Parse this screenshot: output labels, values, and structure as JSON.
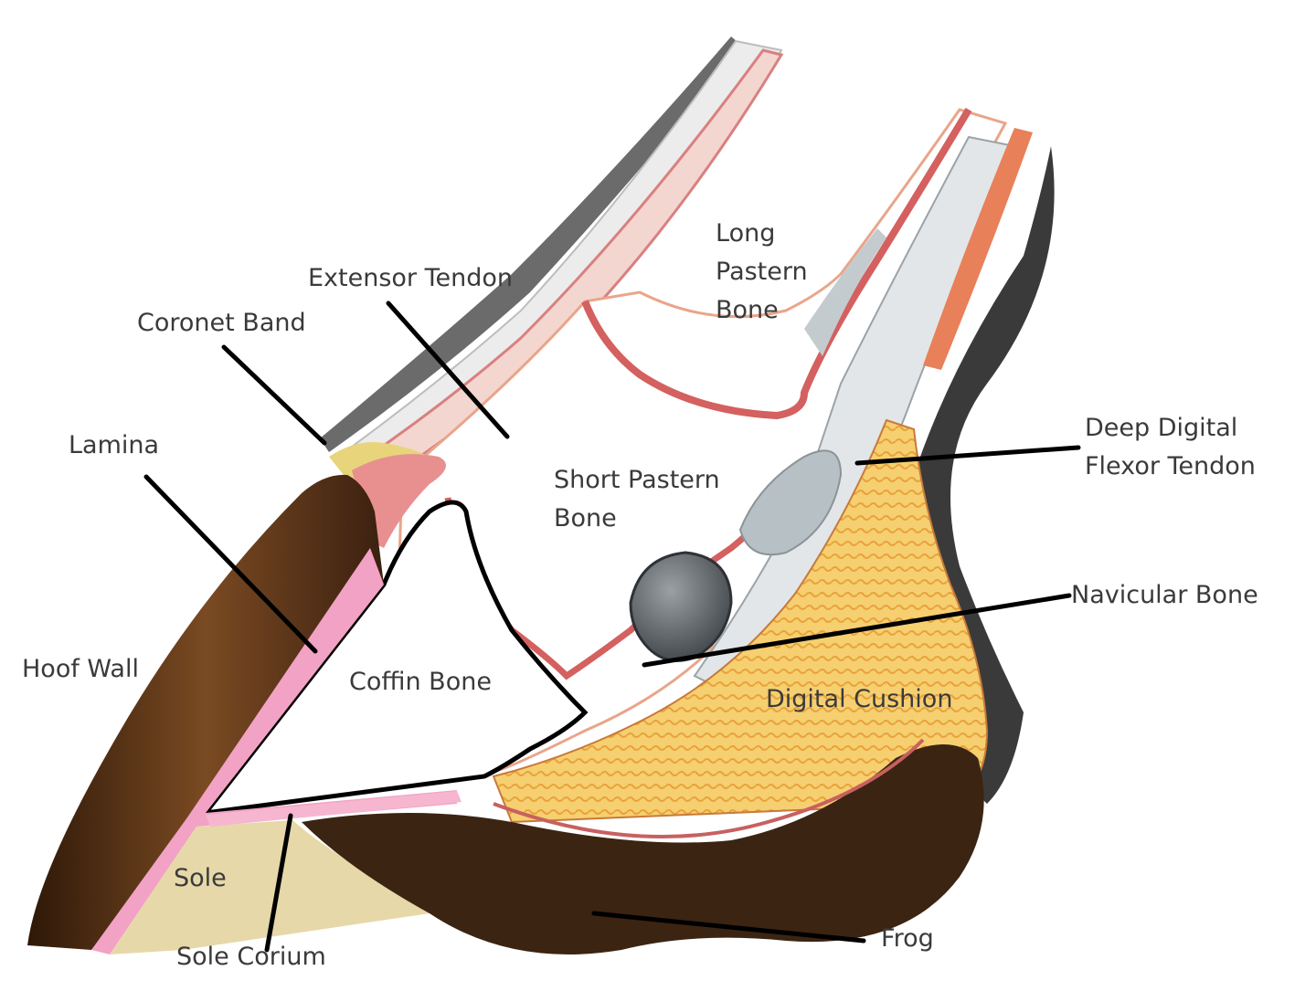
{
  "labels": {
    "extensor_tendon": "Extensor Tendon",
    "coronet_band": "Coronet Band",
    "lamina": "Lamina",
    "hoof_wall": "Hoof Wall",
    "coffin_bone": "Coffin Bone",
    "short_pastern_bone": [
      "Short Pastern",
      "Bone"
    ],
    "long_pastern_bone": [
      "Long",
      "Pastern",
      "Bone"
    ],
    "deep_digital_flexor_tendon": [
      "Deep Digital",
      "Flexor Tendon"
    ],
    "navicular_bone": "Navicular Bone",
    "digital_cushion": "Digital Cushion",
    "sole": "Sole",
    "sole_corium": "Sole Corium",
    "frog": "Frog"
  },
  "colors": {
    "hoof_wall": "#4a2a12",
    "lamina": "#f2a2c4",
    "sole": "#e6d8a8",
    "frog": "#3b2412",
    "digital_cushion": "#f4c866",
    "tendon": "#c9ced2",
    "cartilage": "#e88a8a",
    "skin_hair": "#555555",
    "leader_line": "#000000",
    "label_text": "#3a3a3a"
  }
}
